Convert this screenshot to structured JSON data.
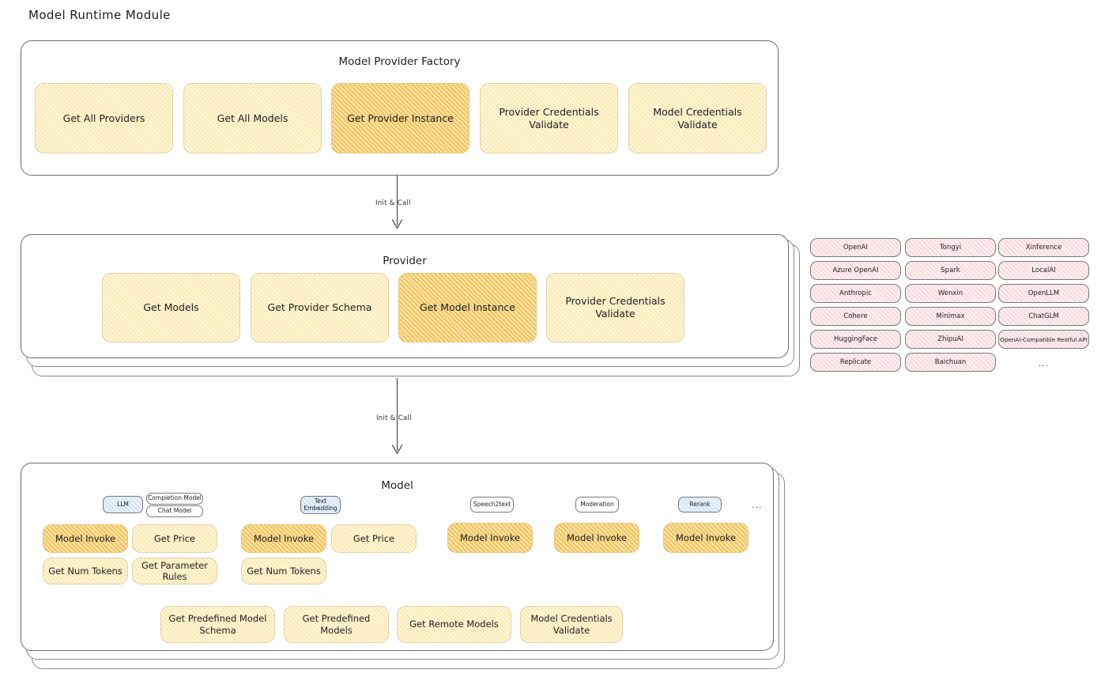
{
  "diagram": {
    "title": "Model Runtime Module",
    "type": "architecture-diagram"
  },
  "factory": {
    "title": "Model Provider Factory",
    "cards": [
      {
        "label": "Get All Providers",
        "highlighted": false
      },
      {
        "label": "Get All Models",
        "highlighted": false
      },
      {
        "label": "Get Provider Instance",
        "highlighted": true
      },
      {
        "label": "Provider Credentials Validate",
        "highlighted": false
      },
      {
        "label": "Model Credentials Validate",
        "highlighted": false
      }
    ]
  },
  "arrows": [
    {
      "label": "Init & Call",
      "from": "Model Provider Factory",
      "to": "Provider"
    },
    {
      "label": "Init & Call",
      "from": "Provider",
      "to": "Model"
    }
  ],
  "provider": {
    "title": "Provider",
    "cards": [
      {
        "label": "Get Models",
        "highlighted": false
      },
      {
        "label": "Get Provider Schema",
        "highlighted": false
      },
      {
        "label": "Get Model Instance",
        "highlighted": true
      },
      {
        "label": "Provider Credentials Validate",
        "highlighted": false
      }
    ]
  },
  "provider_list": {
    "columns": [
      [
        "OpenAI",
        "Azure OpenAI",
        "Anthropic",
        "Cohere",
        "HuggingFace",
        "Replicate"
      ],
      [
        "Tongyi",
        "Spark",
        "Wenxin",
        "Minimax",
        "ZhipuAI",
        "Baichuan"
      ],
      [
        "Xinference",
        "LocalAI",
        "OpenLLM",
        "ChatGLM",
        "OpenAI-Compatible Restful API"
      ]
    ],
    "more": "..."
  },
  "model": {
    "title": "Model",
    "more": "...",
    "types": [
      {
        "name": "LLM",
        "style": "blue",
        "subtags": [
          "Completion Model",
          "Chat Model"
        ],
        "cards": [
          {
            "label": "Model Invoke",
            "highlighted": true
          },
          {
            "label": "Get Price",
            "highlighted": false
          },
          {
            "label": "Get Num Tokens",
            "highlighted": false
          },
          {
            "label": "Get Parameter Rules",
            "highlighted": false
          }
        ]
      },
      {
        "name": "Text Embedding",
        "style": "blue",
        "subtags": [],
        "cards": [
          {
            "label": "Model Invoke",
            "highlighted": true
          },
          {
            "label": "Get Price",
            "highlighted": false
          },
          {
            "label": "Get Num Tokens",
            "highlighted": false
          }
        ]
      },
      {
        "name": "Speech2text",
        "style": "plain",
        "subtags": [],
        "cards": [
          {
            "label": "Model Invoke",
            "highlighted": true
          }
        ]
      },
      {
        "name": "Moderation",
        "style": "plain",
        "subtags": [],
        "cards": [
          {
            "label": "Model Invoke",
            "highlighted": true
          }
        ]
      },
      {
        "name": "Rerank",
        "style": "blue",
        "subtags": [],
        "cards": [
          {
            "label": "Model Invoke",
            "highlighted": true
          }
        ]
      }
    ],
    "shared_cards": [
      {
        "label": "Get Predefined Model Schema"
      },
      {
        "label": "Get Predefined Models"
      },
      {
        "label": "Get Remote Models"
      },
      {
        "label": "Model Credentials Validate"
      }
    ]
  },
  "colors": {
    "card_fill": "#fdf4d3",
    "card_highlight_fill": "#f8dfa0",
    "chip_fill": "#fdeef0",
    "tag_blue_fill": "#e7f2fb",
    "panel_border": "#6b6b6b",
    "text": "#1e1e1e"
  }
}
